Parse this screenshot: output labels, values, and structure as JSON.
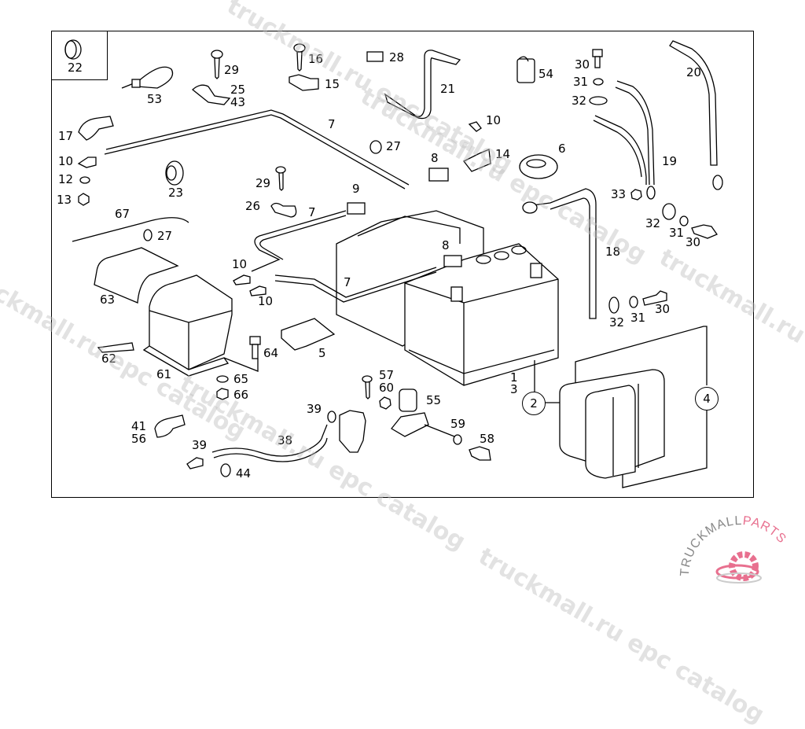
{
  "diagram": {
    "title": "Battery installation parts diagram",
    "watermark_text": "truckmall.ru epc catalog",
    "callouts": [
      {
        "id": "circle-2",
        "text": "2"
      },
      {
        "id": "circle-4",
        "text": "4"
      }
    ],
    "labels": [
      {
        "text": "22"
      },
      {
        "text": "53"
      },
      {
        "text": "29"
      },
      {
        "text": "25"
      },
      {
        "text": "43"
      },
      {
        "text": "16"
      },
      {
        "text": "15"
      },
      {
        "text": "28"
      },
      {
        "text": "21"
      },
      {
        "text": "54"
      },
      {
        "text": "30"
      },
      {
        "text": "31"
      },
      {
        "text": "32"
      },
      {
        "text": "20"
      },
      {
        "text": "17"
      },
      {
        "text": "7"
      },
      {
        "text": "10"
      },
      {
        "text": "12"
      },
      {
        "text": "13"
      },
      {
        "text": "23"
      },
      {
        "text": "27"
      },
      {
        "text": "10"
      },
      {
        "text": "14"
      },
      {
        "text": "6"
      },
      {
        "text": "8"
      },
      {
        "text": "19"
      },
      {
        "text": "29"
      },
      {
        "text": "26"
      },
      {
        "text": "9"
      },
      {
        "text": "7"
      },
      {
        "text": "33"
      },
      {
        "text": "32"
      },
      {
        "text": "31"
      },
      {
        "text": "30"
      },
      {
        "text": "67"
      },
      {
        "text": "27"
      },
      {
        "text": "8"
      },
      {
        "text": "18"
      },
      {
        "text": "10"
      },
      {
        "text": "7"
      },
      {
        "text": "63"
      },
      {
        "text": "10"
      },
      {
        "text": "32"
      },
      {
        "text": "31"
      },
      {
        "text": "30"
      },
      {
        "text": "64"
      },
      {
        "text": "5"
      },
      {
        "text": "62"
      },
      {
        "text": "61"
      },
      {
        "text": "65"
      },
      {
        "text": "66"
      },
      {
        "text": "1"
      },
      {
        "text": "3"
      },
      {
        "text": "57"
      },
      {
        "text": "60"
      },
      {
        "text": "55"
      },
      {
        "text": "39"
      },
      {
        "text": "41"
      },
      {
        "text": "56"
      },
      {
        "text": "38"
      },
      {
        "text": "59"
      },
      {
        "text": "58"
      },
      {
        "text": "39"
      },
      {
        "text": "44"
      }
    ]
  },
  "logo": {
    "text_main": "TRUCKMALL",
    "text_accent": "PARTS",
    "accent_color": "#e8708f",
    "main_color": "#888888"
  }
}
